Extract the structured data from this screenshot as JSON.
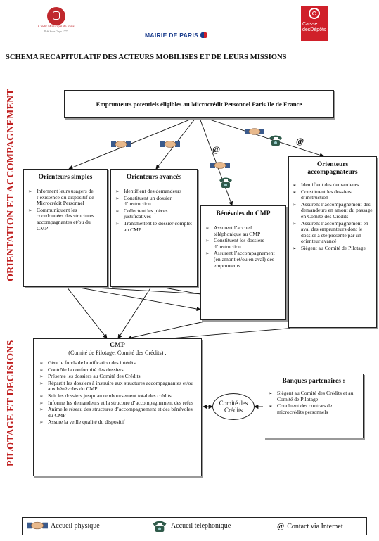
{
  "logos": {
    "credit_municipal": {
      "name": "Crédit Municipal de Paris",
      "tagline": "Prêt Sous Gage 1777",
      "color": "#c0282d"
    },
    "mairie": {
      "text": "MAIRIE DE PARIS",
      "color": "#1a3c8c"
    },
    "caisse": {
      "line1": "Caisse",
      "line2": "desDépôts",
      "color": "#d0202a"
    }
  },
  "title": "SCHEMA RECAPITULATIF DES ACTEURS MOBILISES ET DE LEURS MISSIONS",
  "side_labels": {
    "top": "ORIENTATION ET ACCOMPAGNEMENT",
    "bottom": "PILOTAGE ET DECISIONS"
  },
  "top_box": "Emprunteurs potentiels éligibles au Microcrédit Personnel Paris Ile de France",
  "orienteurs_simples": {
    "title": "Orienteurs simples",
    "items": [
      "Informent leurs usagers de l’existence du dispositif de Microcrédit Personnel",
      "Communiquent les coordonnées des structures accompagnantes et/ou du CMP"
    ]
  },
  "orienteurs_avances": {
    "title": "Orienteurs avancés",
    "items": [
      "Identifient des demandeurs",
      "Constituent un dossier d’instruction",
      "Collectent les pièces justificatives",
      "Transmettent le dossier complet au CMP"
    ]
  },
  "benevoles": {
    "title": "Bénévoles du CMP",
    "items": [
      "Assurent l’accueil téléphonique au CMP",
      "Constituent les dossiers d’instruction",
      "Assurent l’accompagnement (en amont et/ou en aval) des emprunteurs"
    ]
  },
  "orienteurs_accompagnateurs": {
    "title": "Orienteurs accompagnateurs",
    "items": [
      "Identifient des demandeurs",
      "Constituent les dossiers d’instruction",
      "Assurent l’accompagnement des demandeurs en amont du passage en Comité des Crédits",
      "Assurent l’accompagnement en aval des emprunteurs dont le dossier a été présenté par un orienteur avancé",
      "Siègent au Comité de Pilotage"
    ]
  },
  "cmp": {
    "title": "CMP",
    "subtitle": "(Comité de Pilotage, Comité des Crédits) :",
    "items": [
      "Gère le fonds de bonification des intérêts",
      "Contrôle la conformité des dossiers",
      "Présente les dossiers au Comité des Crédits",
      "Répartit les dossiers à instruire aux structures accompagnantes et/ou aux bénévoles du CMP",
      "Suit les dossiers jusqu’au remboursement total des crédits",
      "Informe les demandeurs et la structure d’accompagnement des refus",
      "Anime le réseau des structures d’accompagnement et des bénévoles du CMP",
      "Assure la veille qualité du dispositif"
    ]
  },
  "comite": "Comité des Crédits",
  "banques": {
    "title": "Banques partenaires :",
    "items": [
      "Siègent au Comité des Crédits et au Comité de Pilotage",
      "Concluent des contrats de microcrédits personnels"
    ]
  },
  "at_symbol": "@",
  "legend": {
    "physique": "Accueil physique",
    "telephonique": "Accueil téléphonique",
    "internet": "Contact via Internet",
    "at": "@"
  }
}
